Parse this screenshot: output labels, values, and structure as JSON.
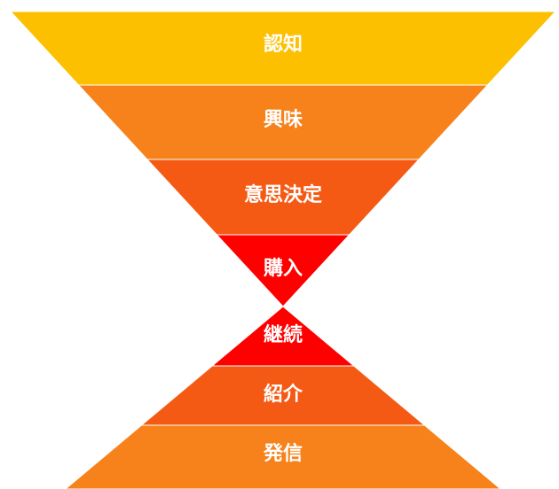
{
  "top_funnel": [
    {
      "label": "認知",
      "color": "#FDC000"
    },
    {
      "label": "興味",
      "color": "#F7821B"
    },
    {
      "label": "意思決定",
      "color": "#F55A14"
    },
    {
      "label": "購入",
      "color": "#FF0000"
    }
  ],
  "bottom_funnel": [
    {
      "label": "継続",
      "color": "#FF0000"
    },
    {
      "label": "紹介",
      "color": "#F55A14"
    },
    {
      "label": "発信",
      "color": "#F7821B"
    }
  ]
}
